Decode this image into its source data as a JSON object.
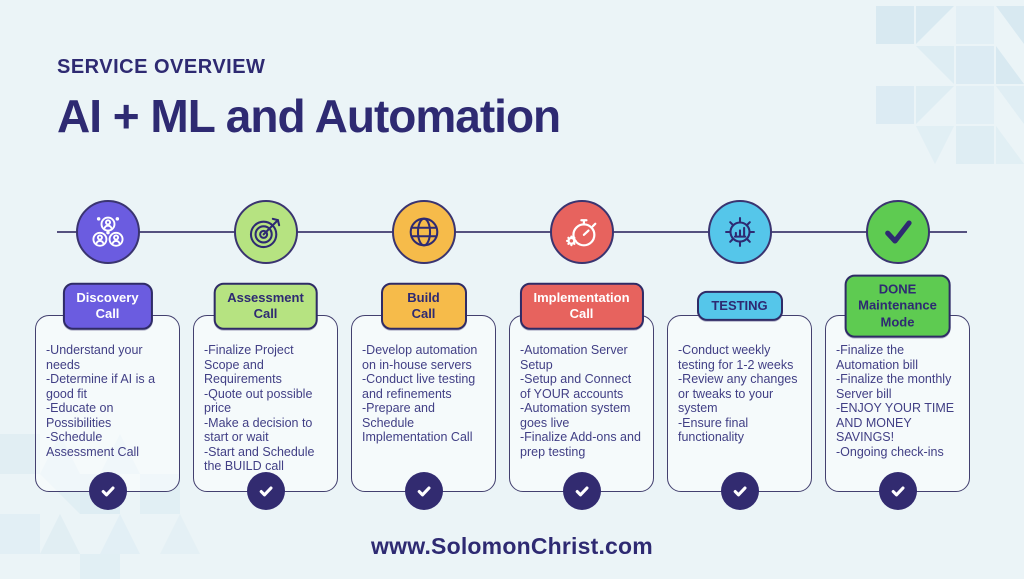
{
  "page": {
    "kicker": "SERVICE OVERVIEW",
    "title": "AI + ML and Automation",
    "footer": "www.SolomonChrist.com"
  },
  "colors": {
    "background": "#EBF4F7",
    "pattern": "#D8E9F1",
    "ink": "#2E2A72",
    "body_text": "#413F85",
    "timeline_line": "#55517F",
    "check_circle": "#322B70"
  },
  "stages": [
    {
      "label": "Discovery\nCall",
      "icon": "people-group-icon",
      "symbol": "people",
      "circle_color": "#6B5CE0",
      "badge_bg": "#6B5CE0",
      "badge_fg": "#FFFFFF",
      "icon_stroke": "#FFFFFF",
      "bullets": [
        "-Understand your needs",
        "-Determine if AI is a good fit",
        "-Educate on Possibilities",
        "-Schedule Assessment Call"
      ]
    },
    {
      "label": "Assessment\nCall",
      "icon": "target-arrow-icon",
      "symbol": "target",
      "circle_color": "#B6E381",
      "badge_bg": "#B6E381",
      "badge_fg": "#2E2A72",
      "icon_stroke": "#2E2A72",
      "bullets": [
        "-Finalize Project Scope and Requirements",
        "-Quote out possible price",
        "-Make a decision to start or wait",
        "-Start and Schedule the BUILD call"
      ]
    },
    {
      "label": "Build\nCall",
      "icon": "globe-icon",
      "symbol": "globe",
      "circle_color": "#F6BB4A",
      "badge_bg": "#F6BB4A",
      "badge_fg": "#2E2A72",
      "icon_stroke": "#2E2A72",
      "bullets": [
        "-Develop automation on in-house servers",
        "-Conduct live testing and refinements",
        "-Prepare and Schedule Implementation Call"
      ]
    },
    {
      "label": "Implementation\nCall",
      "icon": "stopwatch-gear-icon",
      "symbol": "stopwatch",
      "circle_color": "#E7635E",
      "badge_bg": "#E7635E",
      "badge_fg": "#FFFFFF",
      "icon_stroke": "#FFFFFF",
      "bullets": [
        "-Automation Server Setup",
        "-Setup and Connect of YOUR accounts",
        "-Automation system goes live",
        "-Finalize Add-ons and prep testing"
      ]
    },
    {
      "label": "TESTING",
      "icon": "gear-chart-icon",
      "symbol": "gearchart",
      "circle_color": "#55C6EA",
      "badge_bg": "#55C6EA",
      "badge_fg": "#2E2A72",
      "icon_stroke": "#2E2A72",
      "bullets": [
        "-Conduct weekly testing for 1-2 weeks",
        "-Review any changes or tweaks to your system",
        "-Ensure final functionality"
      ]
    },
    {
      "label": "DONE\nMaintenance\nMode",
      "icon": "checkmark-icon",
      "symbol": "bigcheck",
      "circle_color": "#5ECB51",
      "badge_bg": "#5ECB51",
      "badge_fg": "#2E2A72",
      "icon_stroke": "#2E2A72",
      "bullets": [
        "-Finalize the Automation bill",
        "-Finalize the monthly Server bill",
        "-ENJOY YOUR TIME AND MONEY SAVINGS!",
        "-Ongoing check-ins"
      ]
    }
  ]
}
